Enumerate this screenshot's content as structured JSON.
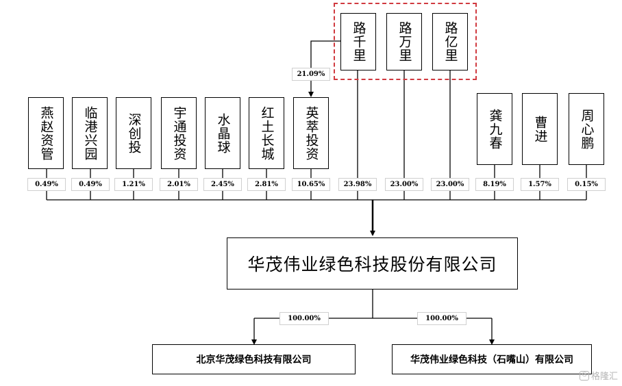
{
  "top_holders": [
    {
      "name": "路千里",
      "percent": "23.98%"
    },
    {
      "name": "路万里",
      "percent": "23.00%"
    },
    {
      "name": "路亿里",
      "percent": "23.00%"
    }
  ],
  "shareholders": [
    {
      "name": "燕赵资管",
      "percent": "0.49%"
    },
    {
      "name": "临港兴园",
      "percent": "0.49%"
    },
    {
      "name": "深创投",
      "percent": "1.21%"
    },
    {
      "name": "宇通投资",
      "percent": "2.01%"
    },
    {
      "name": "水晶球",
      "percent": "2.45%"
    },
    {
      "name": "红土长城",
      "percent": "2.81%"
    },
    {
      "name": "英萃投资",
      "percent": "10.65%"
    },
    {
      "name": "龚九春",
      "percent": "8.19%"
    },
    {
      "name": "曹进",
      "percent": "1.57%"
    },
    {
      "name": "周心鹏",
      "percent": "0.15%"
    }
  ],
  "lu_to_yingcui": "21.09%",
  "company": "华茂伟业绿色科技股份有限公司",
  "subsidiaries": [
    {
      "name": "北京华茂绿色科技有限公司",
      "percent": "100.00%"
    },
    {
      "name": "华茂伟业绿色科技（石嘴山）有限公司",
      "percent": "100.00%"
    }
  ],
  "watermark": "格隆汇",
  "colors": {
    "line": "#000000",
    "dashed_group": "#d0393f",
    "label_border": "#cfcfcf"
  }
}
